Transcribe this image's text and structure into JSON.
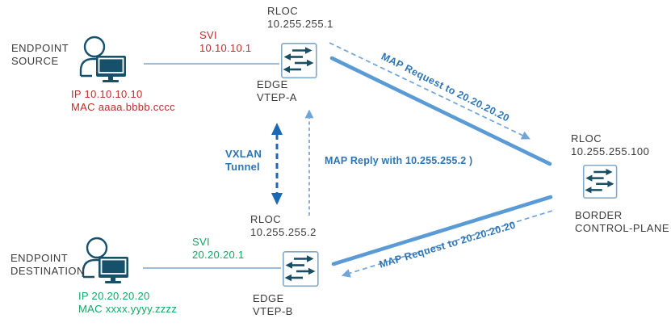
{
  "diagram": {
    "endpoint_source": {
      "line1": "ENDPOINT",
      "line2": "SOURCE",
      "ip": "IP 10.10.10.10",
      "mac": "MAC aaaa.bbbb.cccc"
    },
    "svi_a": {
      "line1": "SVI",
      "line2": "10.10.10.1"
    },
    "vtep_a": {
      "rloc_line1": "RLOC",
      "rloc_line2": "10.255.255.1",
      "name_line1": "EDGE",
      "name_line2": "VTEP-A"
    },
    "vxlan": {
      "line1": "VXLAN",
      "line2": "Tunnel"
    },
    "rloc_b": {
      "line1": "RLOC",
      "line2": "10.255.255.2"
    },
    "map_reply": {
      "label": "MAP Reply with 10.255.255.2 )"
    },
    "map_request_top": {
      "label": "MAP Request to 20.20.20.20"
    },
    "map_request_bottom": {
      "label": "MAP Request to 20.20.20.20"
    },
    "border": {
      "rloc_line1": "RLOC",
      "rloc_line2": "10.255.255.100",
      "name_line1": "BORDER",
      "name_line2": "CONTROL-PLANE"
    },
    "endpoint_destination": {
      "line1": "ENDPOINT",
      "line2": "DESTINATION",
      "ip": "IP 20.20.20.20",
      "mac": "MAC xxxx.yyyy.zzzz"
    },
    "svi_b": {
      "line1": "SVI",
      "line2": "20.20.20.1"
    },
    "vtep_b": {
      "name_line1": "EDGE",
      "name_line2": "VTEP-B"
    },
    "icons": {
      "host_icons": [
        "endpoint-source-host-icon",
        "endpoint-destination-host-icon"
      ],
      "switch_icons": [
        "vtep-a-switch-icon",
        "vtep-b-switch-icon",
        "border-switch-icon"
      ],
      "arrows": [
        "vxlan-tunnel-double-arrow",
        "map-reply-dashed-up-arrow",
        "map-request-top-dashed-arrow",
        "map-request-bottom-dashed-arrow"
      ]
    },
    "colors": {
      "red_text": "#c02b2b",
      "green_text": "#13a765",
      "blue_text": "#2e75b6",
      "solid_line_blue": "#5b9bd5",
      "dashed_light_blue": "#71a4d8",
      "vxlan_blue": "#1b69b6",
      "icon_dark_teal": "#17506a",
      "black_text": "#3a3a3a"
    }
  }
}
